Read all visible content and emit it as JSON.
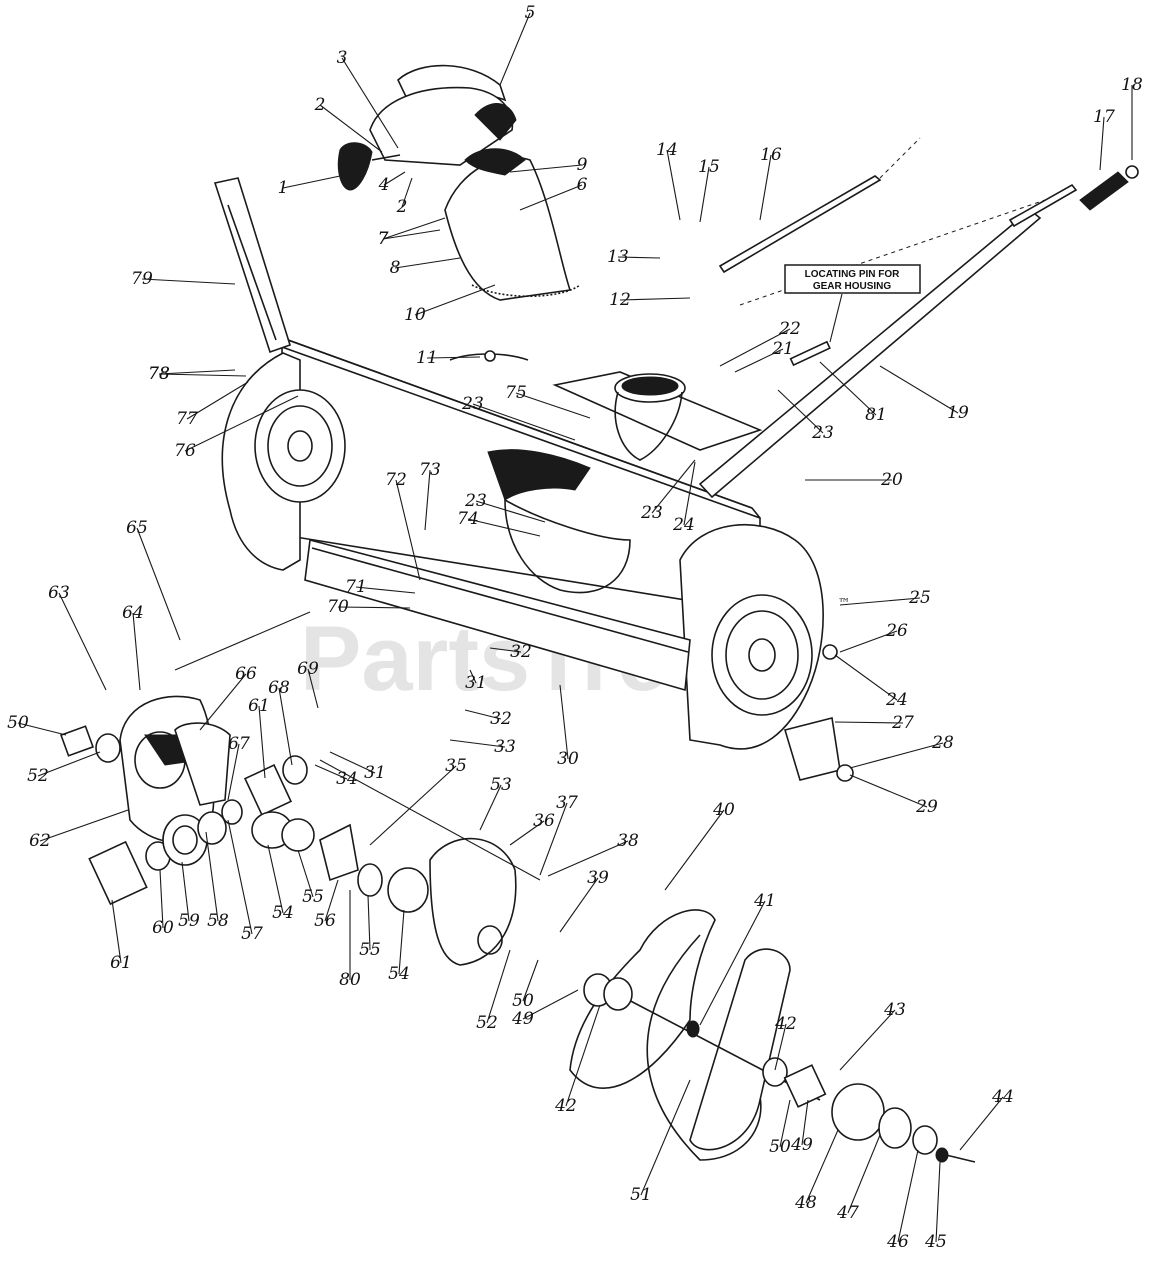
{
  "diagram": {
    "note_label": "LOCATING PIN FOR GEAR HOUSING",
    "watermark": "PartsTree",
    "trademark": "™",
    "callouts": [
      "1",
      "2",
      "3",
      "4",
      "5",
      "6",
      "7",
      "8",
      "9",
      "10",
      "11",
      "12",
      "13",
      "14",
      "15",
      "16",
      "17",
      "18",
      "19",
      "20",
      "21",
      "22",
      "23",
      "24",
      "25",
      "26",
      "27",
      "28",
      "29",
      "30",
      "31",
      "32",
      "33",
      "34",
      "35",
      "36",
      "37",
      "38",
      "39",
      "40",
      "41",
      "42",
      "43",
      "44",
      "45",
      "46",
      "47",
      "48",
      "49",
      "50",
      "51",
      "52",
      "53",
      "54",
      "55",
      "56",
      "57",
      "58",
      "59",
      "60",
      "61",
      "62",
      "63",
      "64",
      "65",
      "66",
      "67",
      "68",
      "69",
      "70",
      "71",
      "72",
      "73",
      "74",
      "75",
      "76",
      "77",
      "78",
      "79",
      "80",
      "81"
    ]
  }
}
